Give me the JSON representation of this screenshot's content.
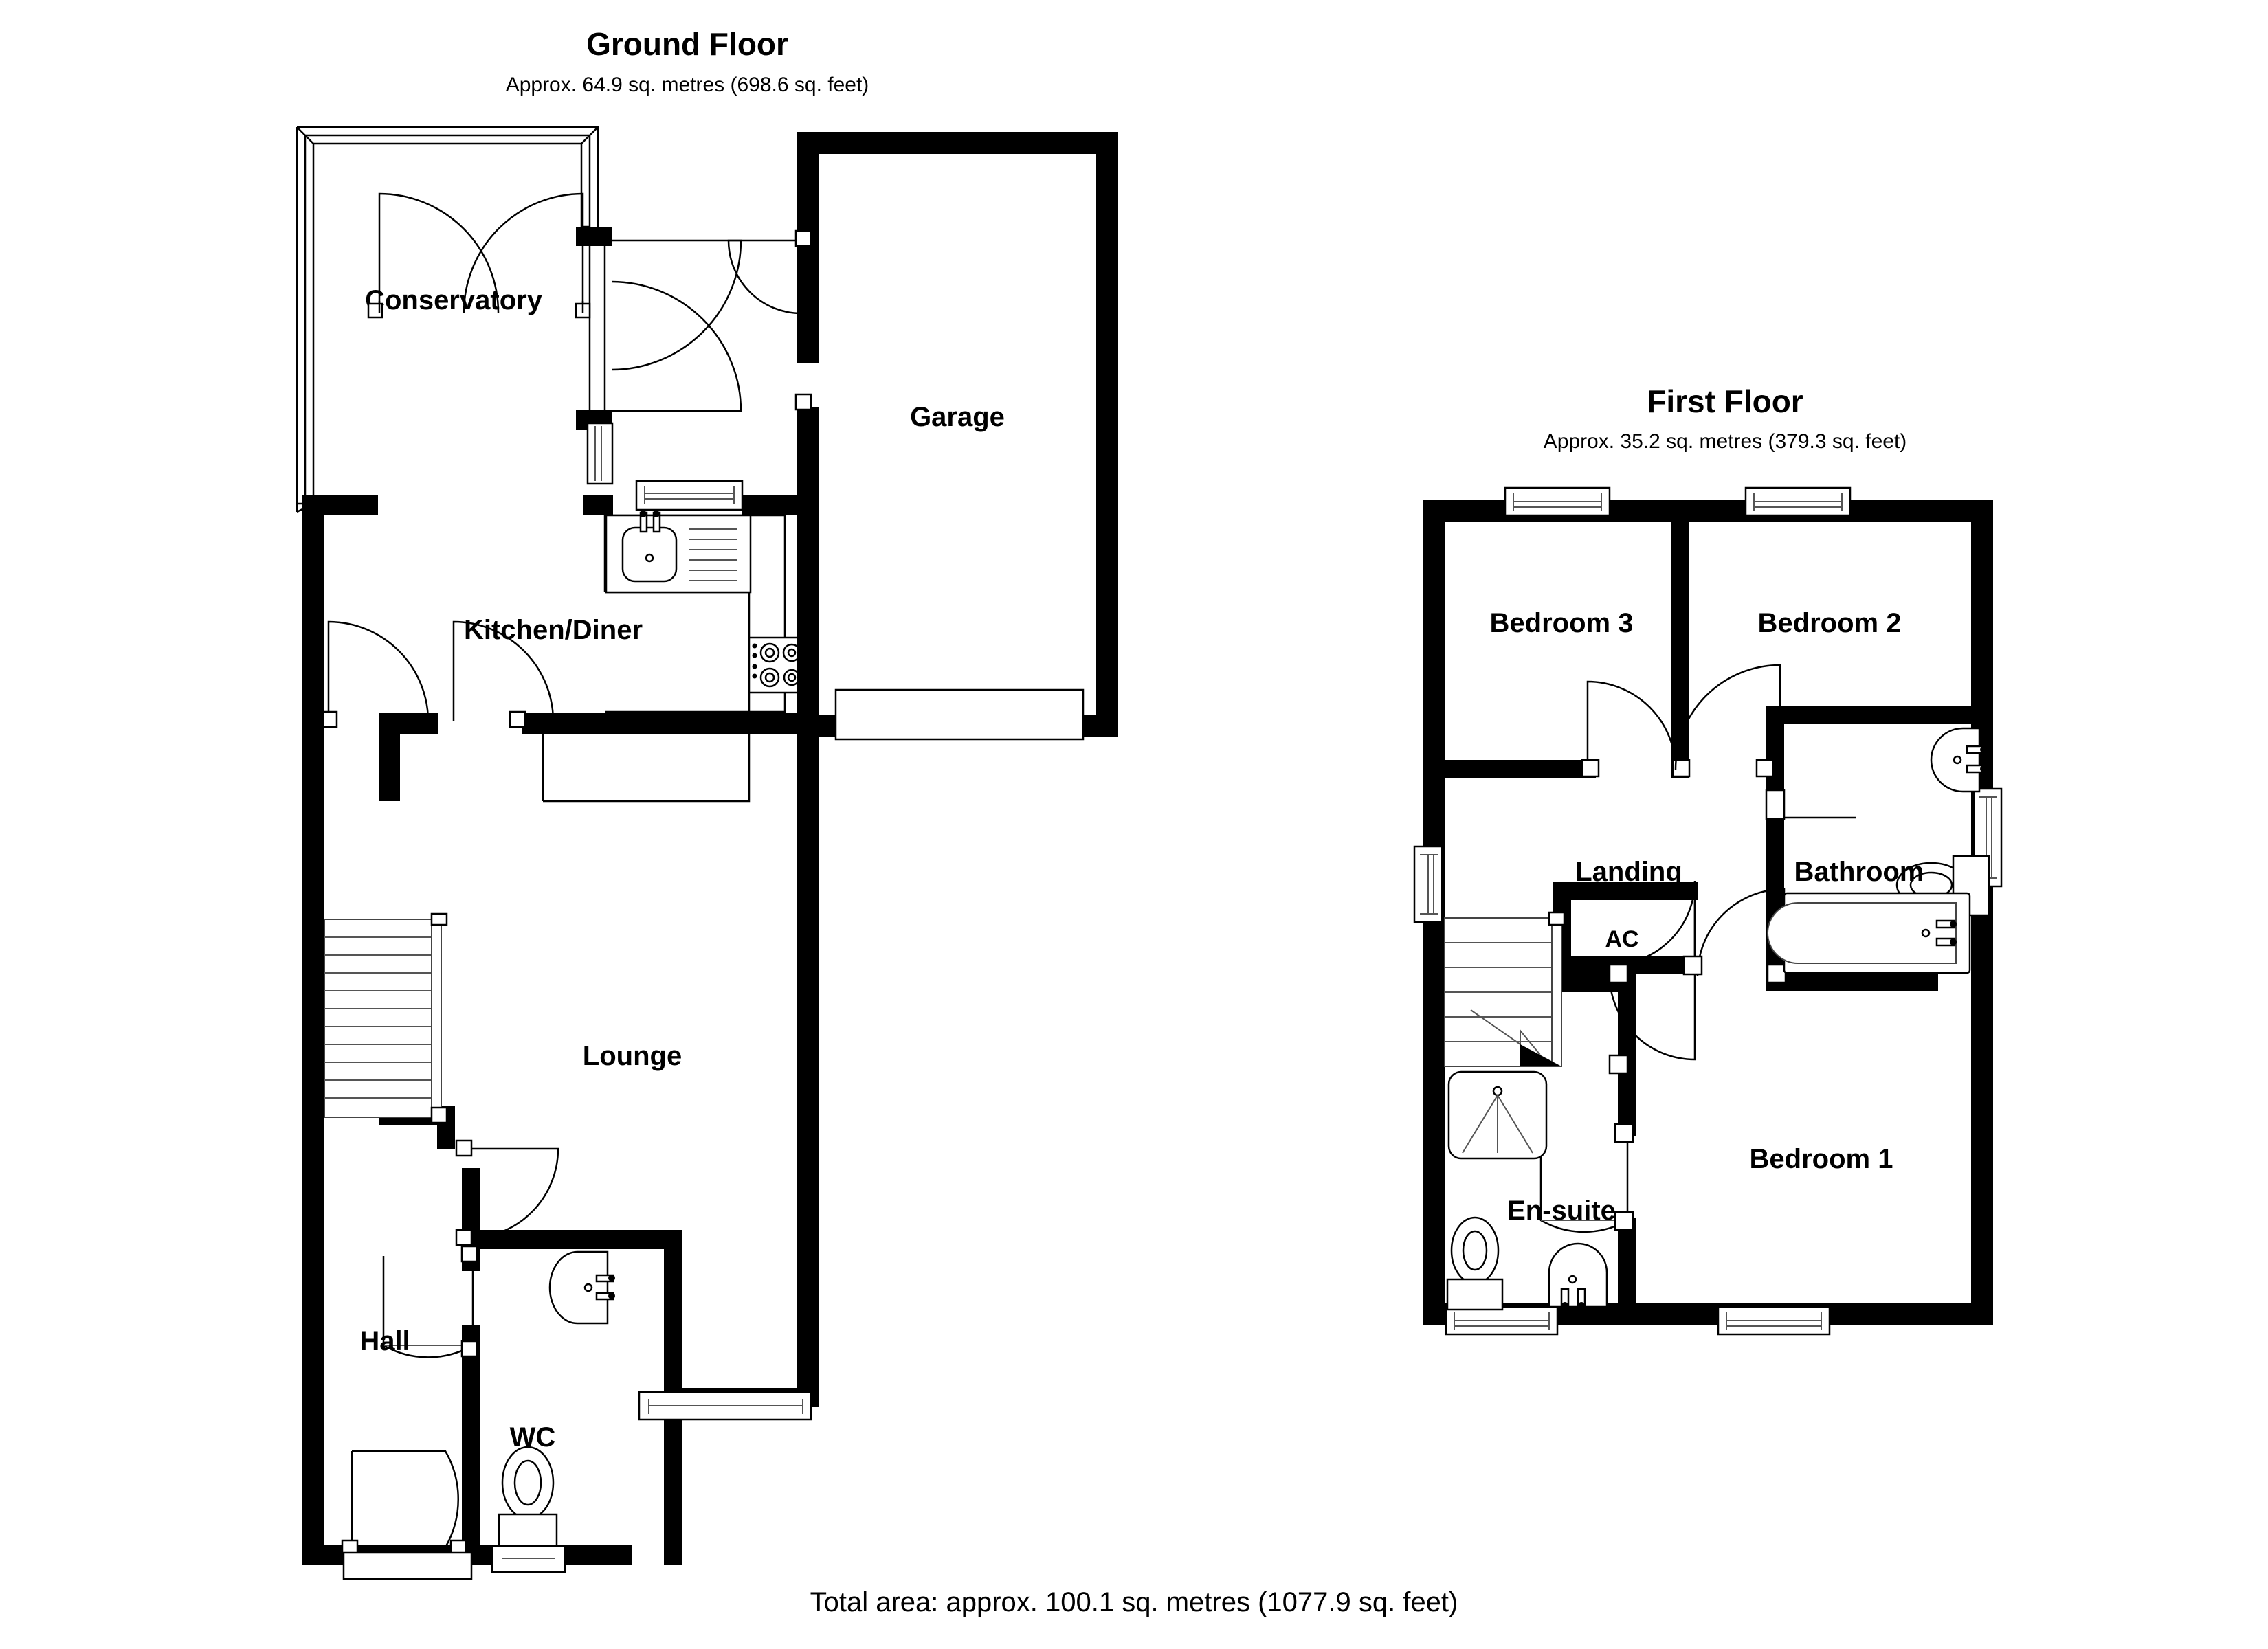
{
  "document": {
    "type": "floor-plan",
    "total_area_label": "Total area: approx. 100.1 sq. metres (1077.9 sq. feet)"
  },
  "floors": [
    {
      "id": "ground",
      "title": "Ground Floor",
      "area_label": "Approx. 64.9 sq. metres (698.6 sq. feet)",
      "area_sq_m": 64.9,
      "area_sq_ft": 698.6,
      "rooms": [
        {
          "name": "Conservatory"
        },
        {
          "name": "Kitchen/Diner"
        },
        {
          "name": "Garage"
        },
        {
          "name": "Lounge"
        },
        {
          "name": "Hall"
        },
        {
          "name": "WC"
        }
      ]
    },
    {
      "id": "first",
      "title": "First Floor",
      "area_label": "Approx. 35.2 sq. metres (379.3 sq. feet)",
      "area_sq_m": 35.2,
      "area_sq_ft": 379.3,
      "rooms": [
        {
          "name": "Bedroom 3"
        },
        {
          "name": "Bedroom 2"
        },
        {
          "name": "Landing"
        },
        {
          "name": "Bathroom"
        },
        {
          "name": "AC"
        },
        {
          "name": "Bedroom 1"
        },
        {
          "name": "En-suite"
        }
      ]
    }
  ],
  "labels": {
    "ground_title": "Ground Floor",
    "ground_sub": "Approx. 64.9 sq. metres (698.6 sq. feet)",
    "first_title": "First Floor",
    "first_sub": "Approx. 35.2 sq. metres (379.3 sq. feet)",
    "total": "Total area: approx. 100.1 sq. metres (1077.9 sq. feet)",
    "conservatory": "Conservatory",
    "kitchen_diner": "Kitchen/Diner",
    "garage": "Garage",
    "lounge": "Lounge",
    "hall": "Hall",
    "wc": "WC",
    "bedroom3": "Bedroom 3",
    "bedroom2": "Bedroom 2",
    "bedroom1": "Bedroom 1",
    "landing": "Landing",
    "bathroom": "Bathroom",
    "ensuite": "En-suite",
    "ac": "AC"
  },
  "colors": {
    "wall": "#000000",
    "background": "#ffffff",
    "fixture_stroke": "#000000"
  }
}
